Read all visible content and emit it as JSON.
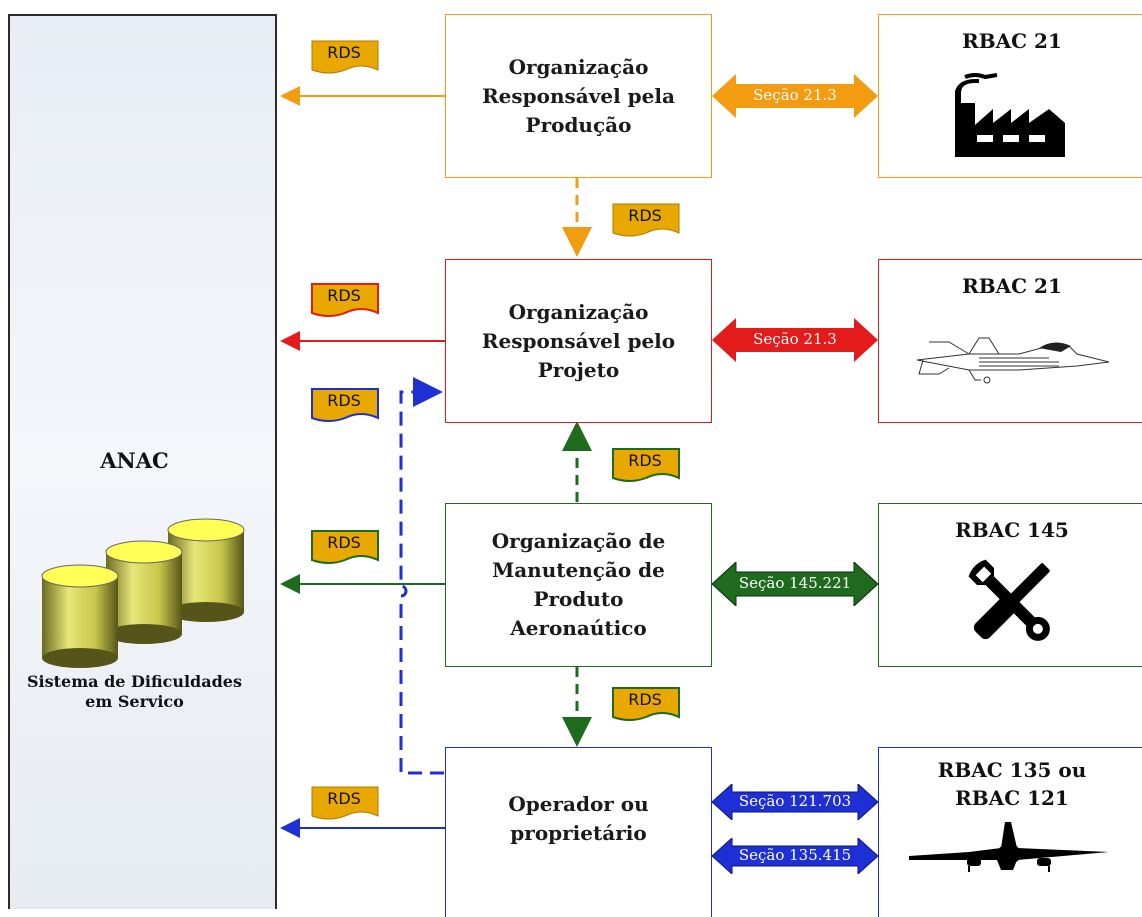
{
  "anac": {
    "title": "ANAC",
    "subtitle_line1": "Sistema de Dificuldades",
    "subtitle_line2": "em Servico"
  },
  "rds_label": "RDS",
  "orgs": [
    {
      "lines": [
        "Organização",
        "Responsável pela",
        "Produção"
      ],
      "color": "#f39c12"
    },
    {
      "lines": [
        "Organização",
        "Responsável pelo",
        "Projeto"
      ],
      "color": "#e31b1b"
    },
    {
      "lines": [
        "Organização de",
        "Manutenção de",
        "Produto",
        "Aeronaútico"
      ],
      "color": "#1e6b1e"
    },
    {
      "lines": [
        "Operador ou",
        "proprietário"
      ],
      "color": "#1f2fd6"
    }
  ],
  "regulations": [
    {
      "lines": [
        "RBAC 21"
      ],
      "icon": "factory-icon"
    },
    {
      "lines": [
        "RBAC 21"
      ],
      "icon": "fighter-jet-icon"
    },
    {
      "lines": [
        "RBAC 145"
      ],
      "icon": "tools-icon"
    },
    {
      "lines": [
        "RBAC 135 ou",
        "RBAC 121"
      ],
      "icon": "airliner-icon"
    }
  ],
  "sections": [
    "Seção 21.3",
    "Seção 21.3",
    "Seção 145.221",
    "Seção 121.703",
    "Seção 135.415"
  ],
  "colors": {
    "orange": "#f39c12",
    "red": "#e31b1b",
    "green": "#1e6b1e",
    "blue": "#1f2fd6",
    "rds_fill": "#e9a800",
    "anac_border": "#2b2b2b"
  }
}
